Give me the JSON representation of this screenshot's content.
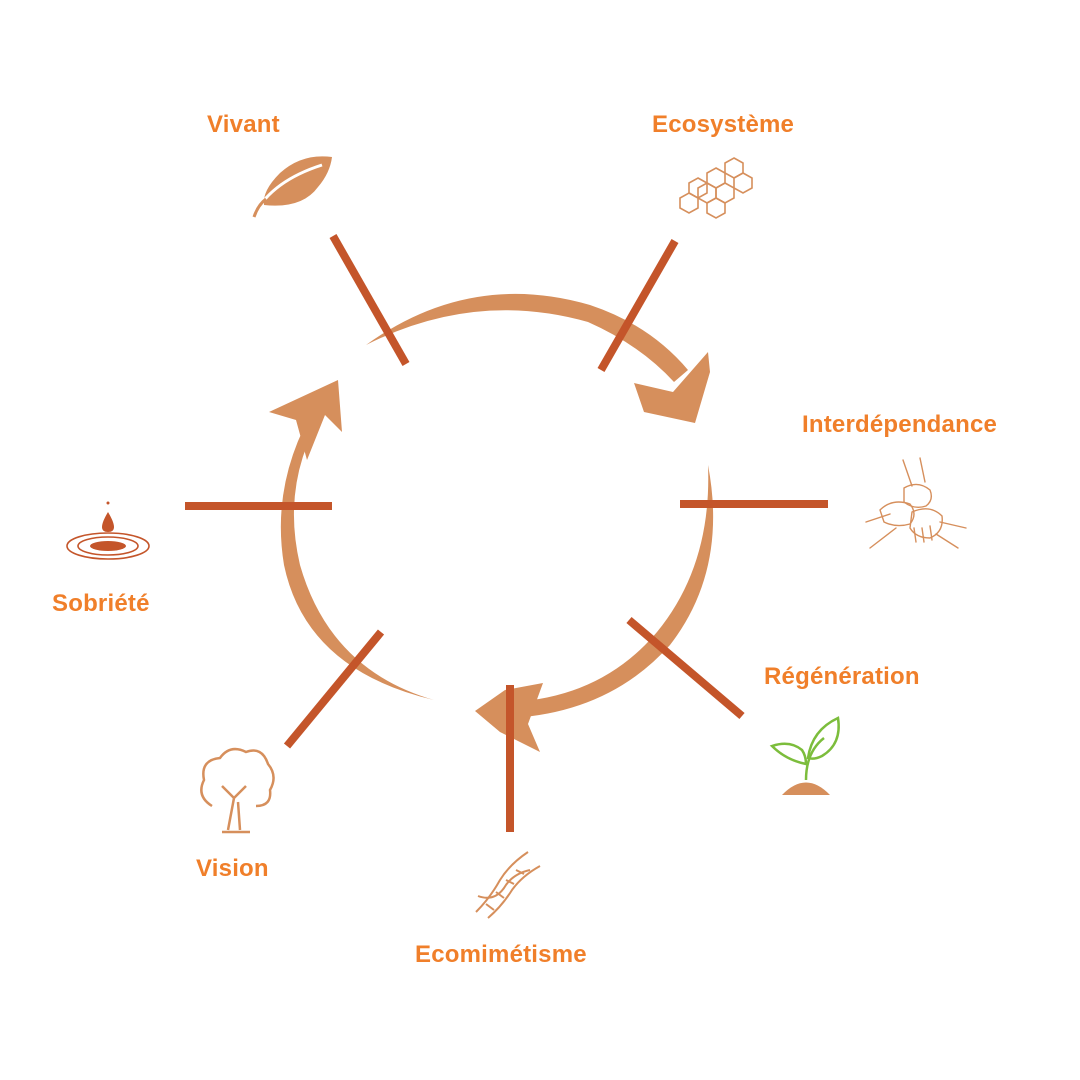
{
  "colors": {
    "label": "#f07f2a",
    "connector": "#c4552a",
    "ring": "#d68f5c",
    "icon": "#d68f5c",
    "sprout_leaf": "#7cbd3c"
  },
  "cycle": {
    "direction": "clockwise",
    "nodes": [
      {
        "id": "vivant",
        "label": "Vivant",
        "icon": "leaf-icon"
      },
      {
        "id": "ecosysteme",
        "label": "Ecosystème",
        "icon": "honeycomb-icon"
      },
      {
        "id": "interdependance",
        "label": "Interdépendance",
        "icon": "joined-hands-icon"
      },
      {
        "id": "regeneration",
        "label": "Régénération",
        "icon": "sprout-icon"
      },
      {
        "id": "ecomimetisme",
        "label": "Ecomimétisme",
        "icon": "dna-icon"
      },
      {
        "id": "vision",
        "label": "Vision",
        "icon": "tree-icon"
      },
      {
        "id": "sobriete",
        "label": "Sobriété",
        "icon": "water-drop-icon"
      }
    ]
  }
}
